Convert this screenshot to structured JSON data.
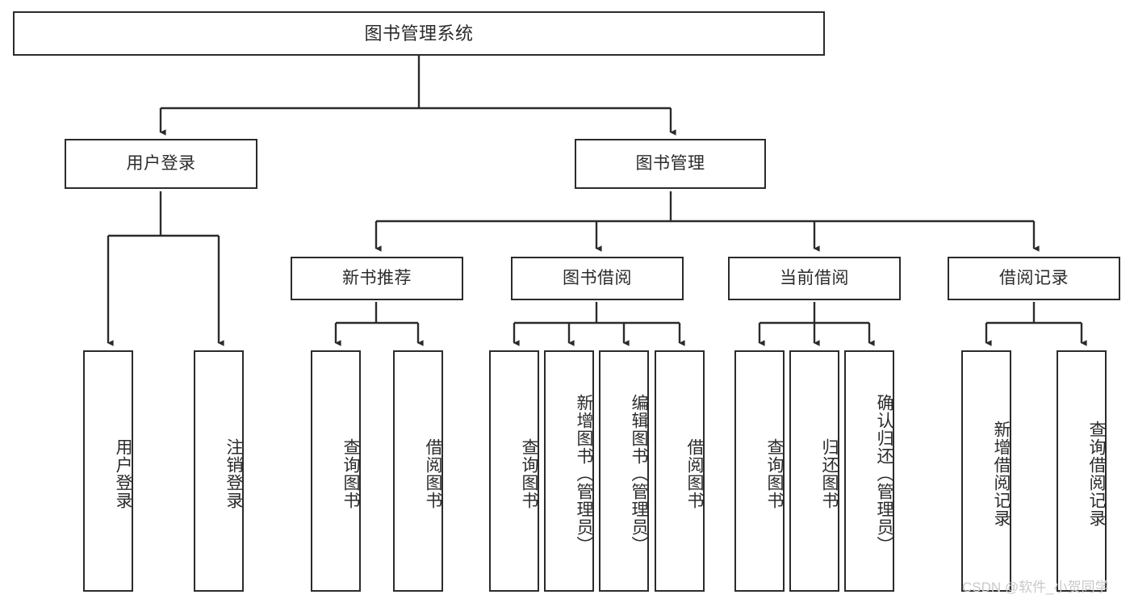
{
  "diagram": {
    "title": "图书管理系统",
    "type": "tree",
    "background": "#ffffff",
    "line_color": "#2b2b2b",
    "text_color": "#2b2b2b"
  },
  "nodes": {
    "root": {
      "label": "图书管理系统"
    },
    "level2": [
      {
        "id": "user-login",
        "label": "用户登录"
      },
      {
        "id": "book-management",
        "label": "图书管理"
      }
    ],
    "level3": [
      {
        "id": "new-book-recommend",
        "label": "新书推荐"
      },
      {
        "id": "book-borrow",
        "label": "图书借阅"
      },
      {
        "id": "current-borrow",
        "label": "当前借阅"
      },
      {
        "id": "borrow-record",
        "label": "借阅记录"
      }
    ],
    "leaves": {
      "user_login": [
        {
          "id": "leaf-user-login",
          "label": "用户登录"
        },
        {
          "id": "leaf-logout-login",
          "label": "注销登录"
        }
      ],
      "new_book_recommend": [
        {
          "id": "leaf-query-book-1",
          "label": "查询图书"
        },
        {
          "id": "leaf-borrow-book-1",
          "label": "借阅图书"
        }
      ],
      "book_borrow": [
        {
          "id": "leaf-query-book-2",
          "label": "查询图书"
        },
        {
          "id": "leaf-add-book",
          "label": "新增图书（管理员）"
        },
        {
          "id": "leaf-edit-book",
          "label": "编辑图书（管理员）"
        },
        {
          "id": "leaf-borrow-book-2",
          "label": "借阅图书"
        }
      ],
      "current_borrow": [
        {
          "id": "leaf-query-book-3",
          "label": "查询图书"
        },
        {
          "id": "leaf-return-book",
          "label": "归还图书"
        },
        {
          "id": "leaf-confirm-return",
          "label": "确认归还（管理员）"
        }
      ],
      "borrow_record": [
        {
          "id": "leaf-add-record",
          "label": "新增借阅记录"
        },
        {
          "id": "leaf-query-record",
          "label": "查询借阅记录"
        }
      ]
    }
  },
  "watermark": {
    "text": "CSDN @软件_小贺同学"
  }
}
